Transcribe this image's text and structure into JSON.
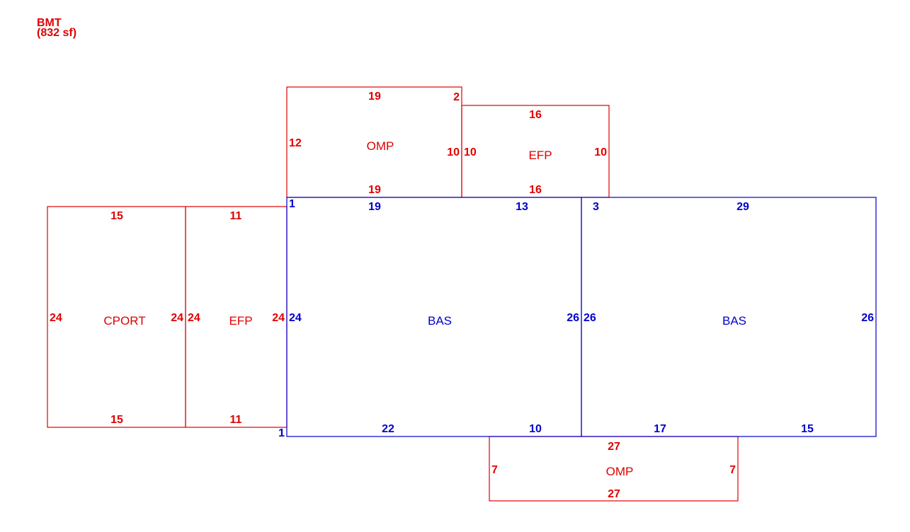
{
  "colors": {
    "red": "#e00000",
    "blue": "#0000cc"
  },
  "summary": {
    "label": "BMT",
    "area": "(832 sf)"
  },
  "areas": {
    "cport": {
      "name": "CPORT",
      "dims": {
        "top": "15",
        "bottom": "15",
        "left": "24",
        "right": "24"
      }
    },
    "efp_left": {
      "name": "EFP",
      "dims": {
        "top": "11",
        "bottom": "11",
        "left": "24",
        "right": "24"
      }
    },
    "omp_top": {
      "name": "OMP",
      "dims": {
        "top": "19",
        "bottom": "19",
        "left": "12",
        "right": "10",
        "corner": "2"
      }
    },
    "efp_top": {
      "name": "EFP",
      "dims": {
        "top": "16",
        "bottom": "16",
        "left": "10",
        "right": "10"
      }
    },
    "bas_left": {
      "name": "BAS",
      "dims": {
        "top_a": "19",
        "top_b": "13",
        "bottom_a": "22",
        "bottom_b": "10",
        "left": "24",
        "right": "26",
        "corner_tl": "1",
        "corner_bl": "1"
      }
    },
    "bas_right": {
      "name": "BAS",
      "dims": {
        "top": "29",
        "corner_tl": "3",
        "bottom_a": "17",
        "bottom_b": "15",
        "left": "26",
        "right": "26"
      }
    },
    "omp_bottom": {
      "name": "OMP",
      "dims": {
        "top": "27",
        "bottom": "27",
        "left": "7",
        "right": "7"
      }
    }
  }
}
